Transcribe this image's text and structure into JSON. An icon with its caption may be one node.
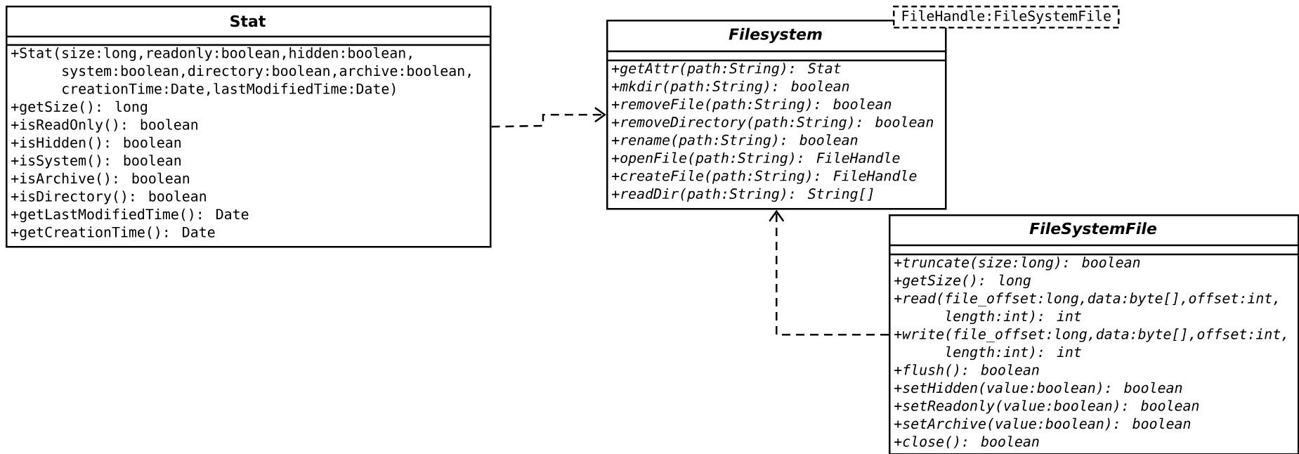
{
  "diagram": {
    "nodes": [
      {
        "text": [
          "Stat",
          "+Stat(size:long,readonly:boolean,hidden:boolean, system:boolean,directory:boolean,archive:boolean, creationTime:Date,lastModifiedTime:Date)",
          "+getSize(): long",
          "+isReadOnly(): boolean",
          "+isHidden(): boolean",
          "+isSystem(): boolean",
          "+isArchive(): boolean",
          "+isDirectory(): boolean",
          "+getLastModifiedTime(): Date",
          "+getCreationTime(): Date"
        ]
      },
      {
        "text": [
          "Filesystem",
          "+getAttr(path:String): Stat",
          "+mkdir(path:String): boolean",
          "+removeFile(path:String): boolean",
          "+removeDirectory(path:String): boolean",
          "+rename(path:String): boolean",
          "+openFile(path:String): FileHandle",
          "+createFile(path:String): FileHandle",
          "+readDir(path:String): String[]"
        ]
      },
      {
        "text": [
          "FileHandle:FileSystemFile"
        ]
      },
      {
        "text": [
          "FileSystemFile",
          "+truncate(size:long): boolean",
          "+getSize(): long",
          "+read(file_offset:long,data:byte[],offset:int, length:int): int",
          "+write(file_offset:long,data:byte[],offset:int, length:int): int",
          "+flush(): boolean",
          "+setHidden(value:boolean): boolean",
          "+setReadonly(value:boolean): boolean",
          "+setArchive(value:boolean): boolean",
          "+close(): boolean"
        ]
      }
    ],
    "edges": [
      {
        "from": 0,
        "to": 1,
        "arrow": "to",
        "style": "dashed"
      },
      {
        "from": 3,
        "to": 1,
        "arrow": "to",
        "style": "dashed"
      }
    ]
  }
}
